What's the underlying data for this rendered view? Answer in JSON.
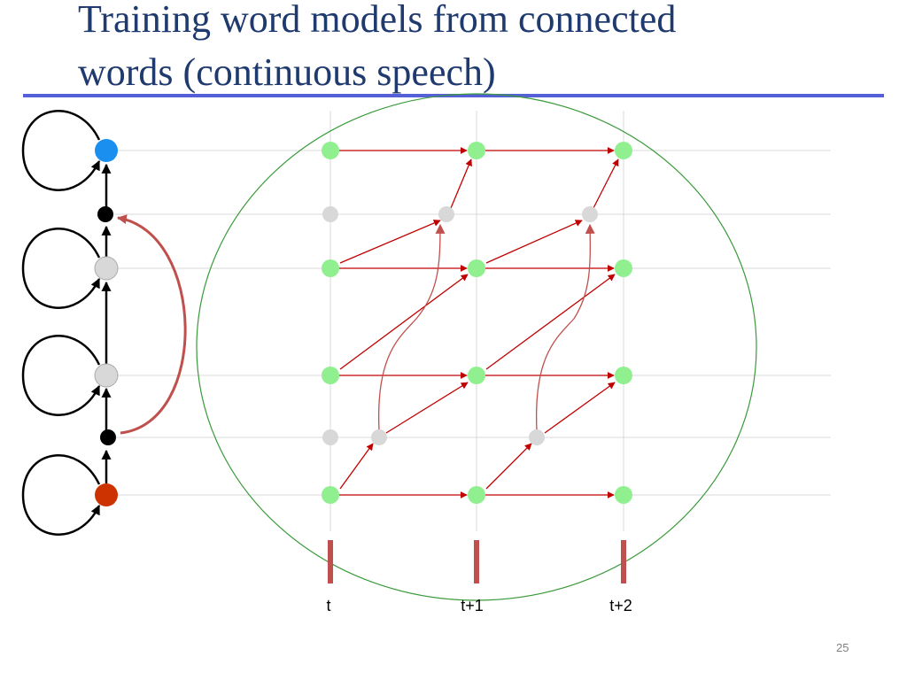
{
  "title": {
    "line1": "Training word models from connected",
    "line2": "words (continuous speech)"
  },
  "time_labels": [
    "t",
    "t+1",
    "t+2"
  ],
  "page_number": "25",
  "colors": {
    "title": "#1f3a6e",
    "title_rule": "#5560d8",
    "trellis_state": "#90f090",
    "null_state": "#d8d8d8",
    "transition_arrow": "#c00000",
    "time_marker": "#c0504d",
    "enclosing_circle": "#3a9a3a",
    "hmm_final_state": "#1a8ff0",
    "hmm_initial_state": "#cc3300",
    "hmm_null_state": "#000000"
  }
}
